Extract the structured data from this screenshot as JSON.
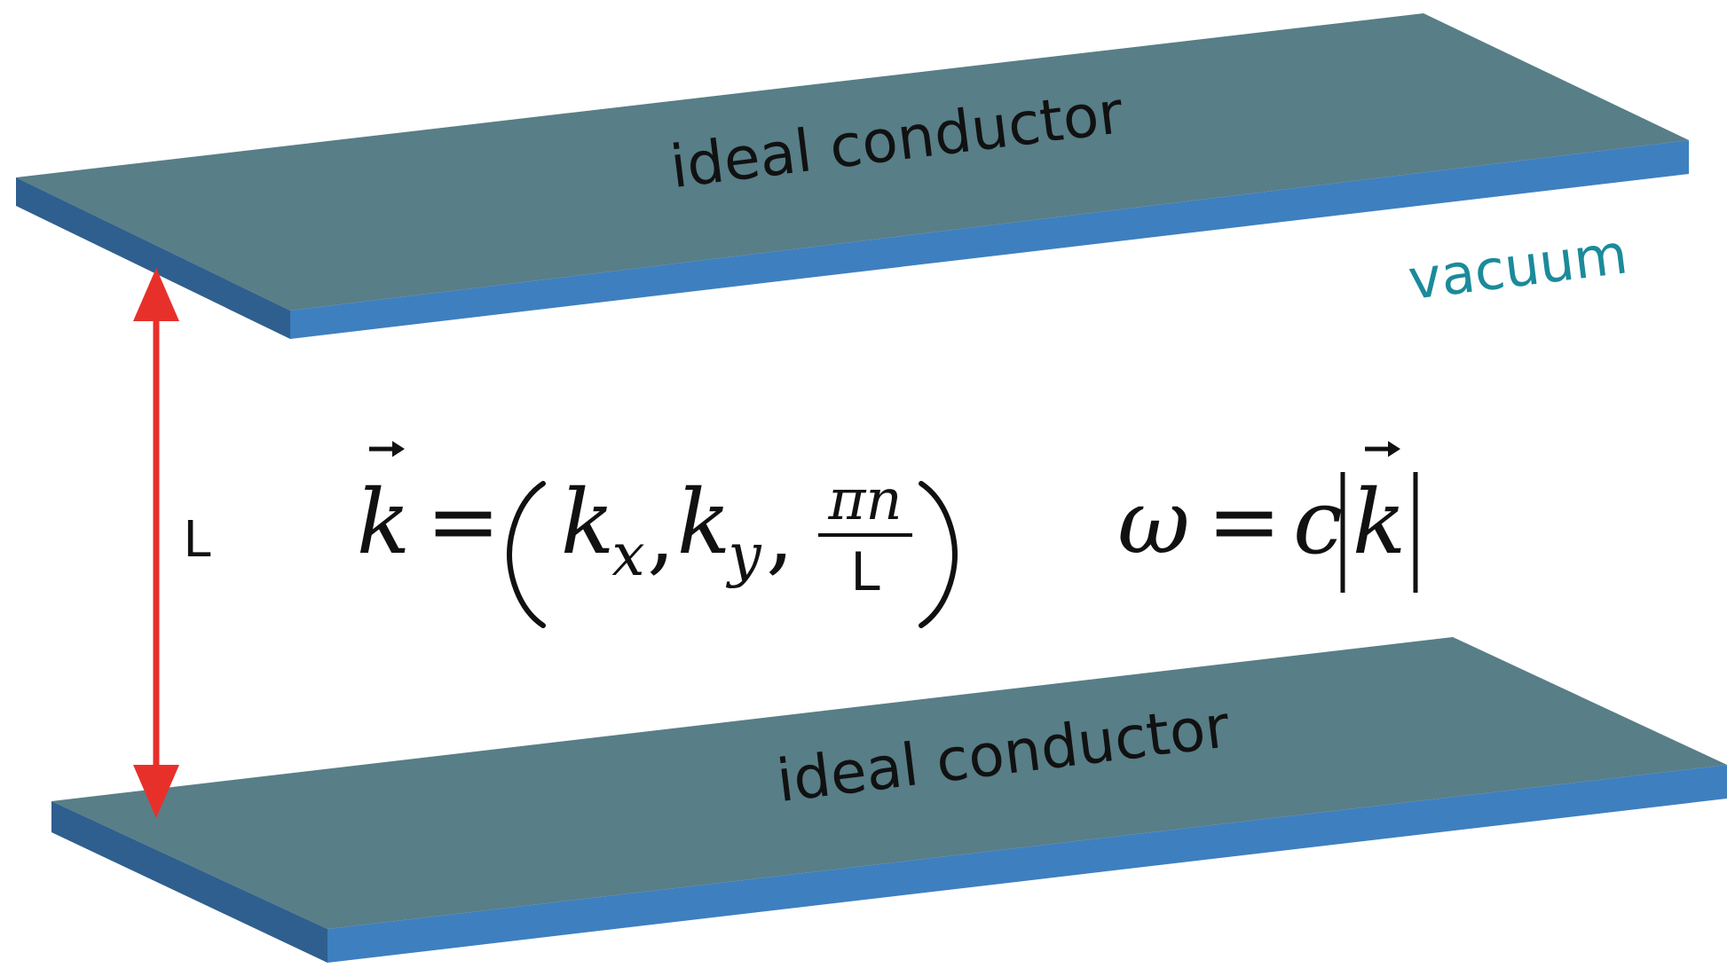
{
  "plates": {
    "top_label": "ideal conductor",
    "bottom_label": "ideal conductor",
    "face_color": "#587e87",
    "edge_front_color": "#3e7fbf",
    "edge_side_color": "#2f5f8e"
  },
  "medium": {
    "label": "vacuum",
    "color": "#1b8a9a"
  },
  "separation": {
    "label": "L",
    "arrow_color": "#e8302a"
  },
  "equations": {
    "k_symbol": "k",
    "equals": "=",
    "kx": "k",
    "kx_sub": "x",
    "ky": "k",
    "ky_sub": "y",
    "frac_num": "πn",
    "frac_den": "L",
    "omega": "ω",
    "c": "c"
  }
}
